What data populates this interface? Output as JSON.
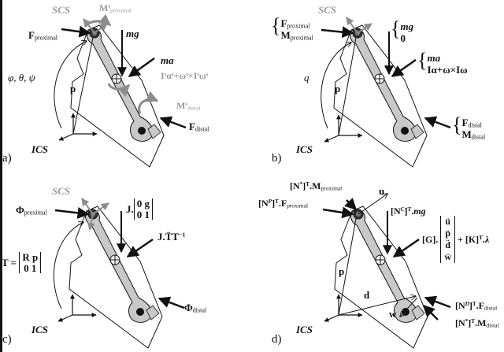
{
  "figure": {
    "panels": [
      {
        "letter": "a)",
        "frames": {
          "segment": "SCS",
          "inertial": "ICS"
        },
        "angles": "φ, θ, ψ",
        "position_vector": "p",
        "proximal_force": {
          "base": "F",
          "sub": "proximal"
        },
        "proximal_moment": {
          "base": "M",
          "sup": "s",
          "sub": "proximal"
        },
        "gravity": "mg",
        "inertial_force": "ma",
        "inertial_moment": "Iˢαˢ+ωˢ×Iˢωˢ",
        "distal_moment": {
          "base": "M",
          "sup": "s",
          "sub": "distal"
        },
        "distal_force": {
          "base": "F",
          "sub": "distal"
        }
      },
      {
        "letter": "b)",
        "frames": {
          "segment": "SCS",
          "inertial": "ICS"
        },
        "angles": "q",
        "position_vector": "p",
        "proximal_force": {
          "base": "F",
          "sub": "proximal"
        },
        "proximal_moment": {
          "base": "M",
          "sub": "proximal"
        },
        "gravity_top": "mg",
        "gravity_bottom": "0",
        "inertial_force": "ma",
        "inertial_moment": "Iα+ω×Iω",
        "distal_force": {
          "base": "F",
          "sub": "distal"
        },
        "distal_moment": {
          "base": "M",
          "sub": "distal"
        }
      },
      {
        "letter": "c)",
        "frames": {
          "segment": "SCS",
          "inertial": "ICS"
        },
        "transform_lhs": "T =",
        "transform_matrix": [
          [
            "R",
            "p"
          ],
          [
            "0",
            "1"
          ]
        ],
        "proximal_phi": {
          "base": "Φ",
          "sub": "proximal"
        },
        "gravity_prefix": "J.",
        "gravity_matrix": [
          [
            "0",
            "g"
          ],
          [
            "0",
            "1"
          ]
        ],
        "inertial_term": "J.T̈T",
        "inertial_sup": "−1",
        "distal_phi": {
          "base": "Φ",
          "sub": "distal"
        }
      },
      {
        "letter": "d)",
        "frames": {
          "inertial": "ICS"
        },
        "vectors": {
          "u": "u",
          "p": "p",
          "d": "d",
          "w": "w"
        },
        "proximal_moment": {
          "pre": "[N",
          "pre_sup": "*",
          "mid": "]",
          "mid_sup": "T",
          "dot": ".",
          "base": "M",
          "sub": "proximal"
        },
        "proximal_force": {
          "pre": "[N",
          "pre_sup": "P",
          "mid": "]",
          "mid_sup": "T",
          "dot": ".",
          "base": "F",
          "sub": "proximal"
        },
        "gravity": {
          "pre": "[N",
          "pre_sup": "C",
          "mid": "]",
          "mid_sup": "T",
          "dot": ".",
          "tail": "mg"
        },
        "inertial_G": "[G].",
        "inertial_vector": [
          "ü",
          "p̈",
          "d̈",
          "ẅ"
        ],
        "inertial_plus": "+ [K]",
        "inertial_plus_sup": "T",
        "inertial_tail": ".λ",
        "distal_force": {
          "pre": "[N",
          "pre_sup": "D",
          "mid": "]",
          "mid_sup": "T",
          "dot": ".",
          "base": "F",
          "sub": "distal"
        },
        "distal_moment": {
          "pre": "[N",
          "pre_sup": "*",
          "mid": "]",
          "mid_sup": "T",
          "dot": ".",
          "base": "M",
          "sub": "distal"
        }
      }
    ]
  },
  "colors": {
    "ink": "#111111",
    "gray_text": "#9a9a9a",
    "bone_fill": "#c8c8c8",
    "gray_arrow": "#8c8c8c"
  }
}
